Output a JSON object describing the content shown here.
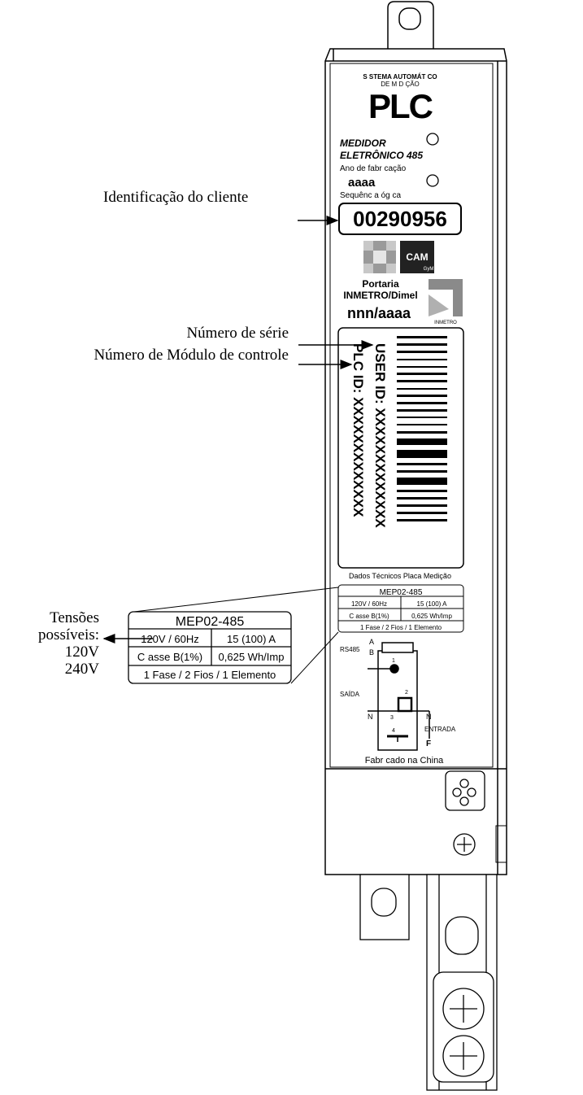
{
  "label": {
    "header_line1": "S STEMA AUTOMÁT CO",
    "header_line2": "DE M  D ÇÃO",
    "brand": "PLC",
    "model_line1": "MEDIDOR",
    "model_line2": "ELETRÔNICO 485",
    "year_label": "Ano de fabr cação",
    "year_value": "aaaa",
    "sequence_label": "Sequênc a  óg ca",
    "serial_number": "00290956",
    "cam_badge": "CAM",
    "cam_sub": "GyM",
    "portaria_line1": "Portaria",
    "portaria_line2": "INMETRO/Dimel",
    "portaria_value": "nnn/aaaa",
    "inmetro_text": "INMETRO",
    "user_id": "USER ID: XXXXXXXXXXXXX",
    "plc_id": "PLC ID: XXXXXXXXXXXXX",
    "tech_data_title": "Dados Técnicos Placa Medição",
    "rs485_label": "RS485",
    "terminal_a": "A",
    "terminal_b": "B",
    "saida_label": "SAÍDA",
    "terminal_n_left": "N",
    "terminal_n_right": "N",
    "entrada_label": "ENTRADA",
    "terminal_f": "F",
    "pin_1": "1",
    "pin_2": "2",
    "pin_3": "3",
    "pin_4": "4",
    "made_in": "Fabr cado na China"
  },
  "spec_table": {
    "model": "MEP02-485",
    "voltage_freq": "120V / 60Hz",
    "current": "15 (100) A",
    "accuracy_class": "C asse B(1%)",
    "meter_constant": "0,625 Wh/Imp",
    "wiring": "1 Fase / 2 Fios / 1 Elemento"
  },
  "callouts": {
    "client_id": "Identificação do cliente",
    "serial_number": "Número de série",
    "control_module": "Número de Módulo de controle",
    "voltages_title_1": "Tensões",
    "voltages_title_2": "possíveis:",
    "voltage_1": "120V",
    "voltage_2": "240V"
  }
}
